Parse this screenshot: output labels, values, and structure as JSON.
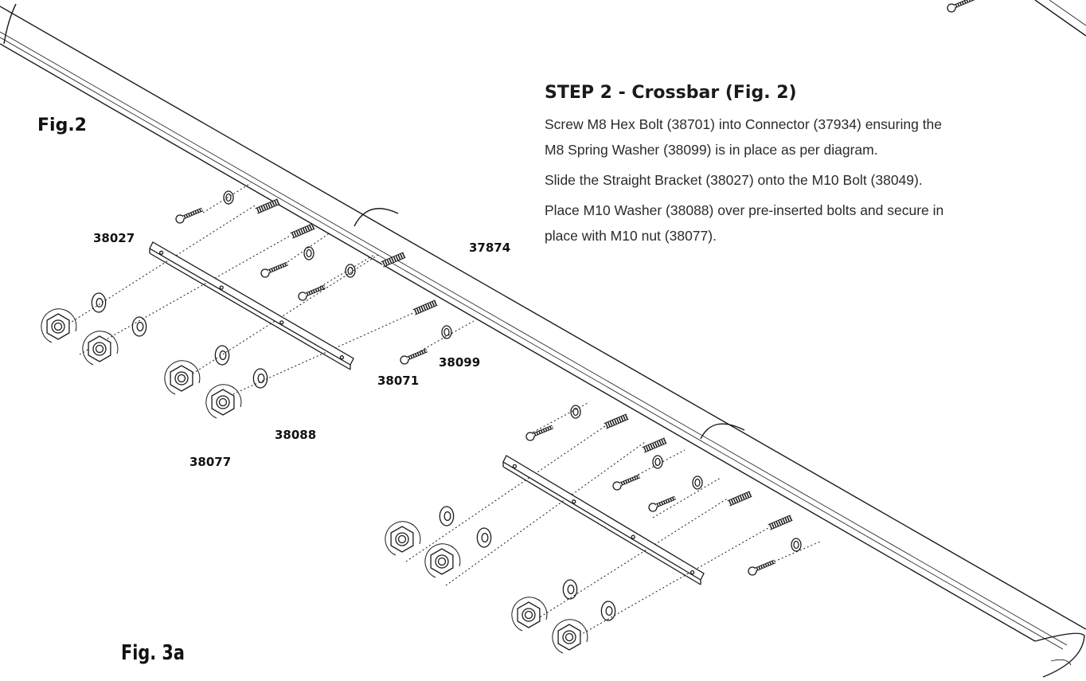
{
  "figure_labels": {
    "fig2": "Fig.2",
    "fig3a": "Fig. 3a"
  },
  "part_numbers": {
    "p38027": "38027",
    "p37874": "37874",
    "p38071": "38071",
    "p38099": "38099",
    "p38088": "38088",
    "p38077": "38077"
  },
  "step": {
    "title": "STEP 2 - Crossbar (Fig. 2)",
    "lines": [
      "Screw M8 Hex Bolt (38701) into Connector (37934) ensuring the",
      "M8 Spring Washer (38099) is in place as per diagram.",
      "Slide the Straight Bracket (38027) onto the M10 Bolt (38049).",
      "Place M10 Washer (38088) over pre-inserted bolts and secure in",
      "place with M10 nut (38077)."
    ]
  },
  "icons": {
    "crossbar": "crossbar-tube-icon",
    "bolt": "hex-bolt-icon",
    "stud": "threaded-stud-icon",
    "washer": "washer-icon",
    "spring_washer": "spring-washer-icon",
    "nut": "hex-nut-icon",
    "bracket": "straight-bracket-icon",
    "arrow": "rotation-arrow-icon"
  },
  "colors": {
    "line": "#1a1a1a",
    "background": "#ffffff"
  }
}
